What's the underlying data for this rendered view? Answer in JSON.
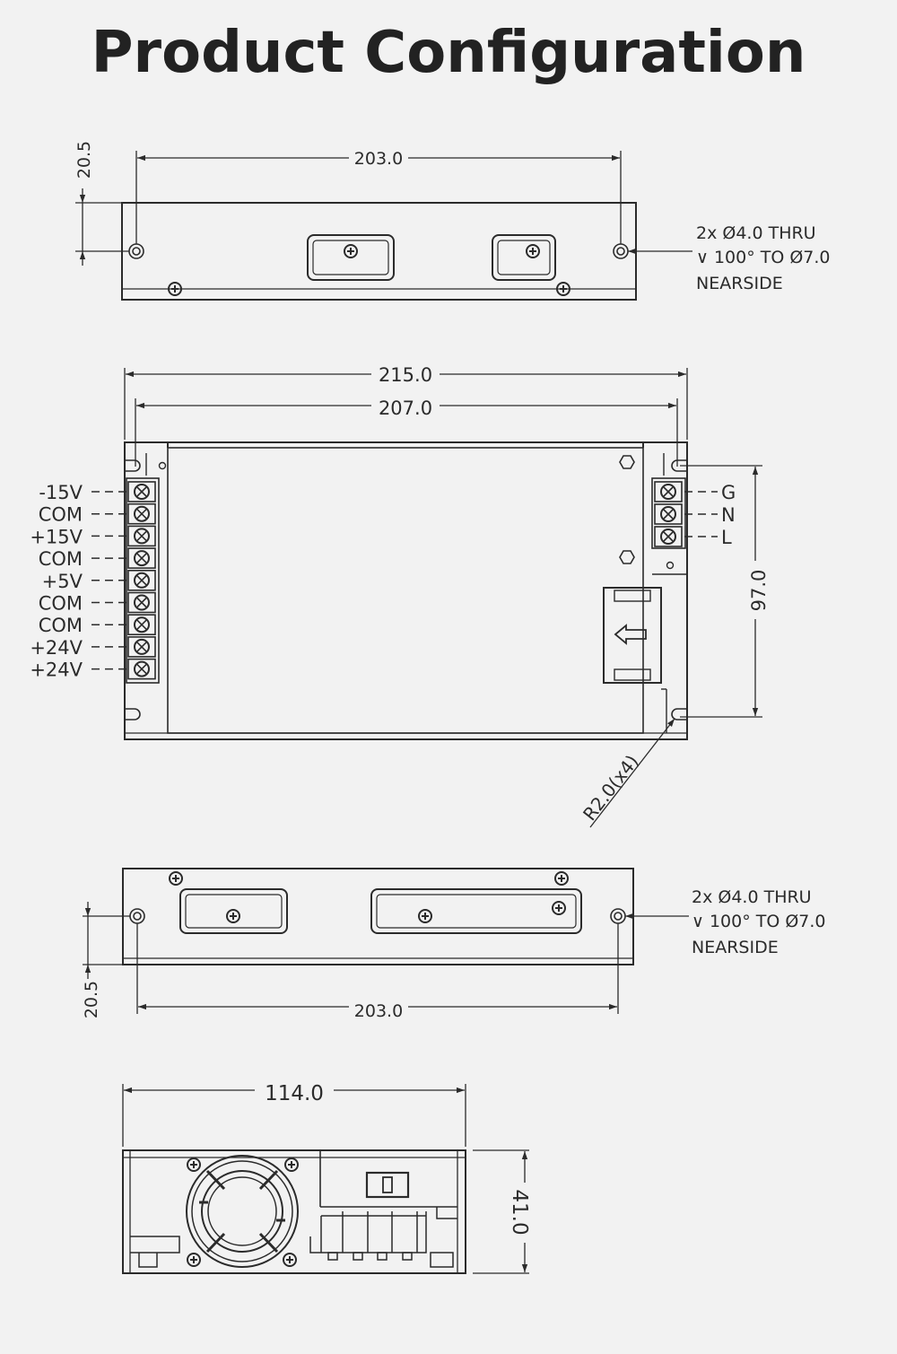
{
  "title": "Product Configuration",
  "colors": {
    "line": "#2b2b2b",
    "background": "#f2f2f2"
  },
  "top_view": {
    "width_dim": "203.0",
    "offset_dim": "20.5",
    "hole_note": {
      "line1": "2x Ø4.0 THRU",
      "line2": "∨ 100° TO Ø7.0",
      "line3": "NEARSIDE"
    }
  },
  "front_view": {
    "outer_width_dim": "215.0",
    "inner_width_dim": "207.0",
    "height_dim": "97.0",
    "radius_note": "R2.0(x4)",
    "output_terminals": [
      "-15V",
      "COM",
      "+15V",
      "COM",
      "+5V",
      "COM",
      "COM",
      "+24V",
      "+24V"
    ],
    "input_terminals": [
      "G",
      "N",
      "L"
    ]
  },
  "bottom_view": {
    "width_dim": "203.0",
    "offset_dim": "20.5",
    "hole_note": {
      "line1": "2x Ø4.0 THRU",
      "line2": "∨ 100° TO Ø7.0",
      "line3": "NEARSIDE"
    }
  },
  "side_view": {
    "width_dim": "114.0",
    "height_dim": "41.0"
  }
}
